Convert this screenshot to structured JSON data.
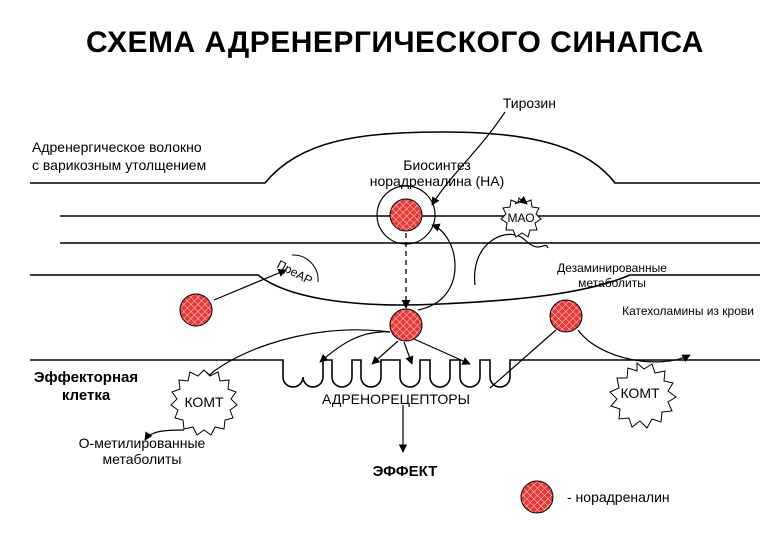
{
  "title": "СХЕМА АДРЕНЕРГИЧЕСКОГО СИНАПСА",
  "labels": {
    "tyrosine": "Тирозин",
    "fiber_line1": "Адренергическое волокно",
    "fiber_line2": "с варикозным утолщением",
    "biosynth_line1": "Биосинтез",
    "biosynth_line2": "норадреналина (НА)",
    "mao": "МАО",
    "pre_ar": "ПреАР",
    "deaminated_line1": "Дезаминированные",
    "deaminated_line2": "метаболиты",
    "blood_catecholamines": "Катехоламины из крови",
    "effector_line1": "Эффекторная",
    "effector_line2": "клетка",
    "comt_left": "КОМТ",
    "comt_right": "КОМТ",
    "receptors": "АДРЕНОРЕЦЕПТОРЫ",
    "o_methyl_line1": "О-метилированные",
    "o_methyl_line2": "метаболиты",
    "effect": "ЭФФЕКТ",
    "legend": "- норадреналин"
  },
  "colors": {
    "noradrenaline_fill": "#e53935",
    "noradrenaline_grid": "#ffd0d0",
    "line": "#000000"
  },
  "icons": {
    "noradrenaline_molecule": "red-checkered-circle",
    "enzyme": "starburst-badge"
  }
}
